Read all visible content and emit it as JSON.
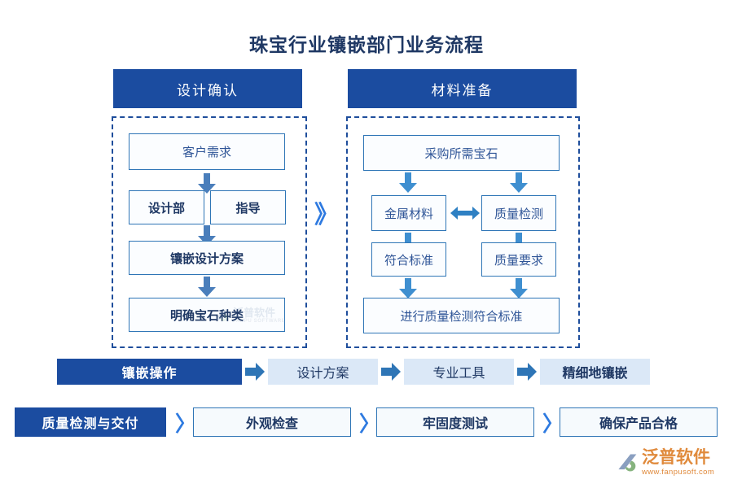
{
  "title": "珠宝行业镶嵌部门业务流程",
  "sections": [
    {
      "header": "设计确认",
      "boxes": [
        {
          "label": "客户需求"
        },
        {
          "label": "设计部"
        },
        {
          "label": "指导"
        },
        {
          "label": "镶嵌设计方案"
        },
        {
          "label": "明确宝石种类"
        }
      ]
    },
    {
      "header": "材料准备",
      "boxes": [
        {
          "label": "采购所需宝石"
        },
        {
          "label": "金属材料"
        },
        {
          "label": "质量检测"
        },
        {
          "label": "符合标准"
        },
        {
          "label": "质量要求"
        },
        {
          "label": "进行质量检测符合标准"
        }
      ]
    }
  ],
  "divider": "》",
  "strip_rows": [
    {
      "lead": "镶嵌操作",
      "separator": "arrow-right-icon",
      "items": [
        "设计方案",
        "专业工具",
        "精细地镶嵌"
      ]
    },
    {
      "lead": "质量检测与交付",
      "separator": "〉",
      "items": [
        "外观检查",
        "牢固度测试",
        "确保产品合格"
      ]
    }
  ],
  "logo": {
    "name": "泛普软件",
    "url": "www.fanpusoft.com"
  },
  "watermark": {
    "name": "泛普软件",
    "sub": "FANPU SOFTWARE"
  },
  "colors": {
    "header_blue": "#1b4ca0",
    "box_border": "#2e75b6",
    "box_text": "#2f5597",
    "title_navy": "#1f3864",
    "arrow_blue": "#3f8fd0",
    "arrow_steel": "#4a7ebb",
    "strip_light": "#dbe8f7",
    "chevron_blue": "#2e7ae0",
    "logo_orange": "#e08a3c",
    "dashed_border": "#1f4e9c"
  }
}
